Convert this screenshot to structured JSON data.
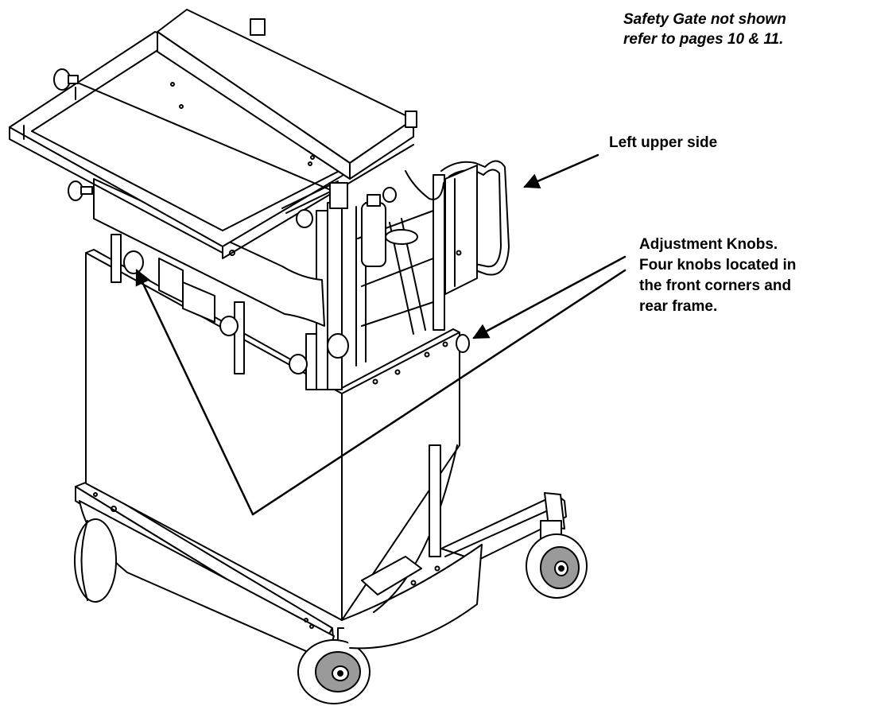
{
  "notes": {
    "safety_gate": {
      "line1": "Safety Gate not shown",
      "line2": "refer to pages 10 & 11."
    },
    "left_upper_side": "Left upper side",
    "adjustment_knobs": {
      "line1": "Adjustment Knobs.",
      "line2": "Four knobs located in",
      "line3": "the front corners and",
      "line4": "rear frame."
    }
  },
  "colors": {
    "line": "#000000",
    "fill": "#ffffff",
    "tire": "#9a9a9a",
    "shade": "#e6e6e6"
  }
}
